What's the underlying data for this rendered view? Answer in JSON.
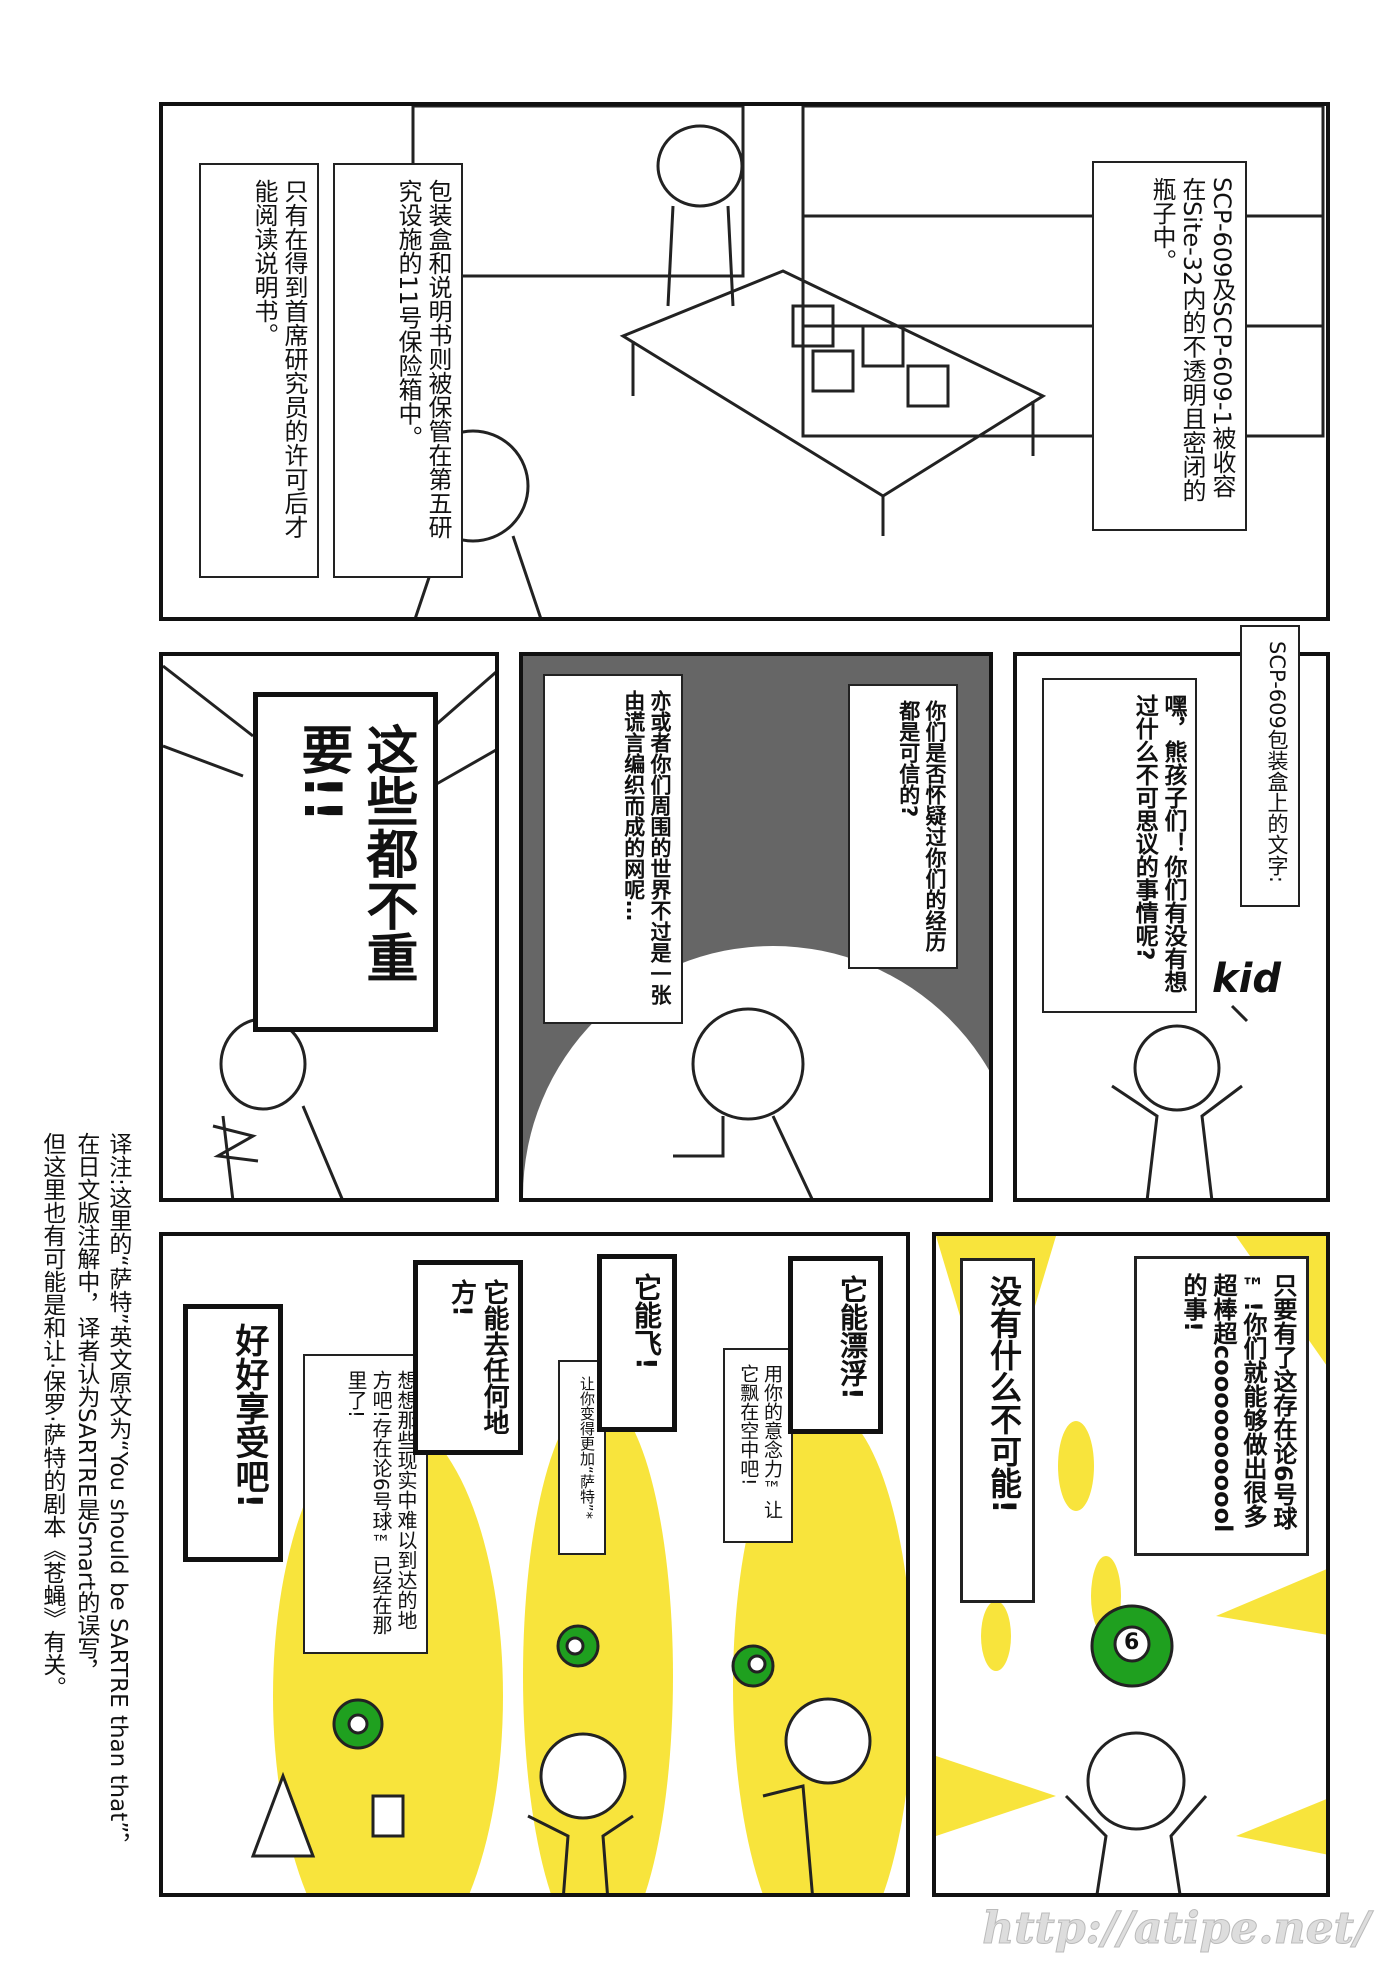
{
  "panel1": {
    "box_scp": "SCP-609及SCP-609-1被收容在Site-32内的不透明且密闭的瓶子中。",
    "box_manual": "包装盒和说明书则被保管在第五研究设施的11号保险箱中。",
    "box_permission": "只有在得到首席研究员的许可后才能阅读说明书。"
  },
  "panel2": {
    "bubble": "这些都不重要!!"
  },
  "panel3": {
    "bubble_right": "你们是否怀疑过你们的经历都是可信的?",
    "bubble_left": "亦或者你们周围的世界不过是一张由谎言编织而成的网呢…"
  },
  "panel4": {
    "caption": "SCP-609包装盒上的文字:",
    "bubble": "嘿，熊孩子们！你们有没有想过什么不可思议的事情呢?",
    "label_kid": "kid"
  },
  "panel5": {
    "enjoy": "好好享受吧!",
    "go_anywhere": "它能去任何地方!",
    "go_anywhere_sub": "想想那些现实中难以到达的地方吧!存在论6号球™已经在那里了!",
    "fly": "它能飞!",
    "fly_sub": "让你变得更加“萨特”*",
    "float": "它能漂浮!",
    "float_sub": "用你的意念力™让它飘在空中吧!"
  },
  "panel6": {
    "impossible": "没有什么不可能!",
    "main": "只要有了这存在论6号球™!你们就能够做出很多超棒超cooooooooool的事!",
    "ball_number": "6"
  },
  "footnote": {
    "lines": [
      "译注:这里的“萨特”英文原文为“You should be SARTRE than that”，",
      "在日文版注解中，译者认为SARTRE是Smart的误写，",
      "但这里也有可能是和让·保罗·萨特的剧本《苍蝇》有关。"
    ]
  },
  "watermark": "http://atipe.net/",
  "colors": {
    "yellow": "#f8e43c",
    "ball_green": "#1fa01f",
    "dark_bg": "#666666"
  }
}
